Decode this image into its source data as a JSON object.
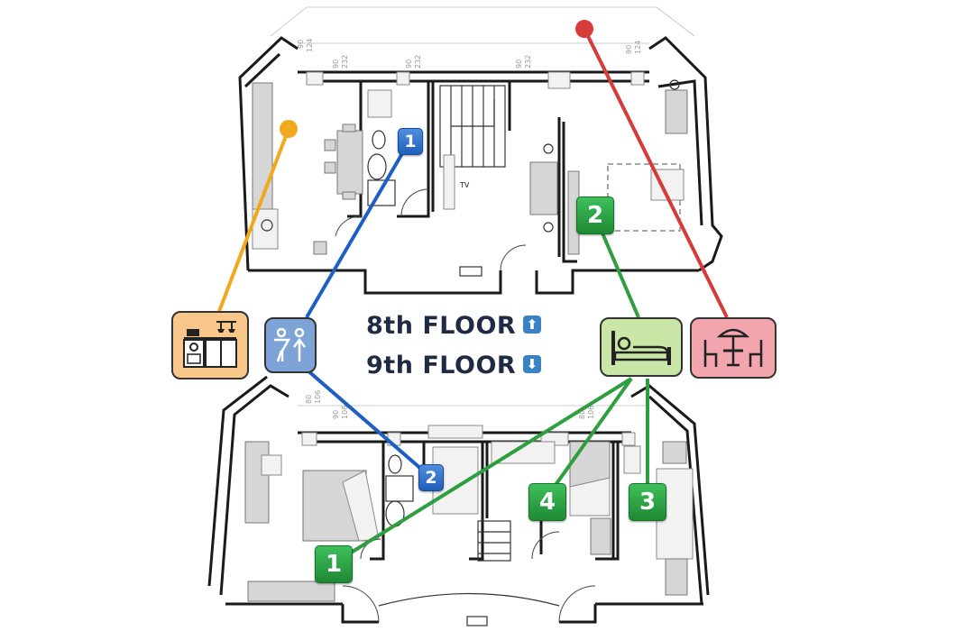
{
  "floors": {
    "upper_label": "8th FLOOR",
    "upper_arrow": "⬆",
    "lower_label": "9th FLOOR",
    "lower_arrow": "⬇"
  },
  "plan_text": {
    "tv_label": "TV",
    "dimensions": [
      "90",
      "124",
      "90",
      "232",
      "90",
      "232",
      "90",
      "232",
      "90",
      "124",
      "80",
      "106",
      "90",
      "106",
      "80",
      "106"
    ]
  },
  "badges": {
    "bathroom_upper": "1",
    "bathroom_lower": "2",
    "bedroom_upper": "2",
    "bedroom_lower_1": "1",
    "bedroom_lower_3": "3",
    "bedroom_lower_4": "4"
  },
  "icons": {
    "kitchen": "kitchen-icon",
    "bathroom": "toilet-wc-icon",
    "bedroom": "bed-icon",
    "terrace": "terrace-table-umbrella-icon"
  },
  "colors": {
    "kitchen_line": "#f2a81d",
    "kitchen_card": "#f9c78a",
    "bathroom_line": "#1f5fc4",
    "bathroom_card": "#7ea3d6",
    "bedroom_line": "#2e9e3f",
    "bedroom_card": "#c9e6a6",
    "terrace_line": "#d63a3a",
    "terrace_card": "#f2a5ac"
  }
}
